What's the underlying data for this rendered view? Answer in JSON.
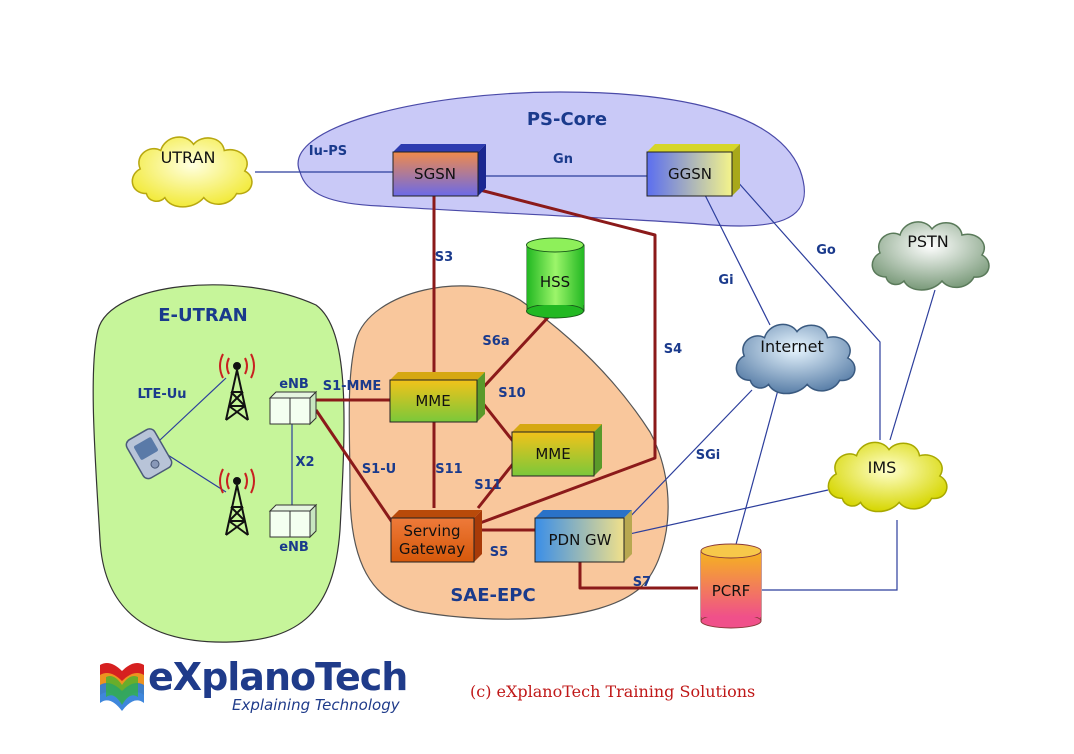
{
  "regions": {
    "ps_core": "PS-Core",
    "e_utran": "E-UTRAN",
    "sae_epc": "SAE-EPC"
  },
  "nodes": {
    "sgsn": "SGSN",
    "ggsn": "GGSN",
    "hss": "HSS",
    "mme_1": "MME",
    "mme_2": "MME",
    "serving_gw_line1": "Serving",
    "serving_gw_line2": "Gateway",
    "pdn_gw": "PDN GW",
    "pcrf": "PCRF",
    "enb_top": "eNB",
    "enb_bottom": "eNB"
  },
  "clouds": {
    "utran": "UTRAN",
    "pstn": "PSTN",
    "internet": "Internet",
    "ims": "IMS"
  },
  "interfaces": {
    "iu_ps": "Iu-PS",
    "gn": "Gn",
    "gi": "Gi",
    "go": "Go",
    "s3": "S3",
    "s4": "S4",
    "s6a": "S6a",
    "s10": "S10",
    "s11_a": "S11",
    "s11_b": "S11",
    "s1_mme": "S1-MME",
    "s1_u": "S1-U",
    "lte_uu": "LTE-Uu",
    "x2": "X2",
    "sgi": "SGi",
    "s5": "S5",
    "s7": "S7"
  },
  "branding": {
    "company": "eXplanoTech",
    "tagline": "Explaining Technology",
    "copyright": "(c) eXplanoTech Training Solutions"
  },
  "colors": {
    "link_bearer": "#8b1a1a",
    "link_thin": "#2c3e9c",
    "ps_core_fill": "#c9c9f7",
    "e_utran_fill": "#c6f59a",
    "sae_epc_fill": "#f9c79c"
  }
}
